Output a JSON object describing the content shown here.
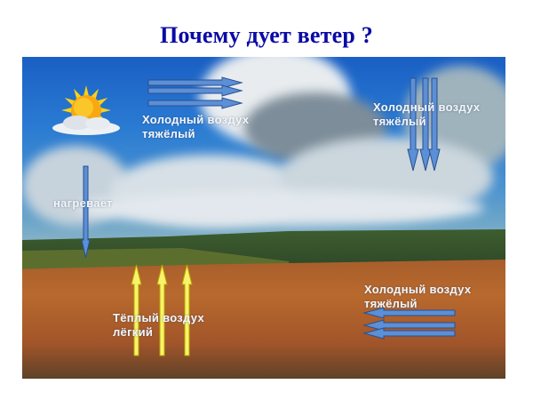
{
  "title": "Почему дует ветер ?",
  "labels": {
    "cold_air_top_left": {
      "line1": "Холодный воздух",
      "line2": "тяжёлый"
    },
    "cold_air_top_right": {
      "line1": "Холодный воздух",
      "line2": "тяжёлый"
    },
    "heats": "нагревает",
    "warm_air": {
      "line1": "Тёплый воздух",
      "line2": "лёгкий"
    },
    "cold_air_bottom_right": {
      "line1": "Холодный воздух",
      "line2": "тяжёлый"
    }
  },
  "icons": {
    "sun": "sun-behind-cloud-icon",
    "arrows": [
      "right-arrows-icon",
      "down-arrows-icon",
      "down-arrow-icon",
      "up-arrows-icon",
      "left-arrows-icon"
    ]
  },
  "colors": {
    "title": "#0a0aa6",
    "cold_arrow_fill": "#5b8fd6",
    "cold_arrow_stroke": "#2b4f8f",
    "warm_arrow_fill": "#f7f36a",
    "warm_arrow_stroke": "#b8a800",
    "label_text": "#f4f6fa"
  }
}
